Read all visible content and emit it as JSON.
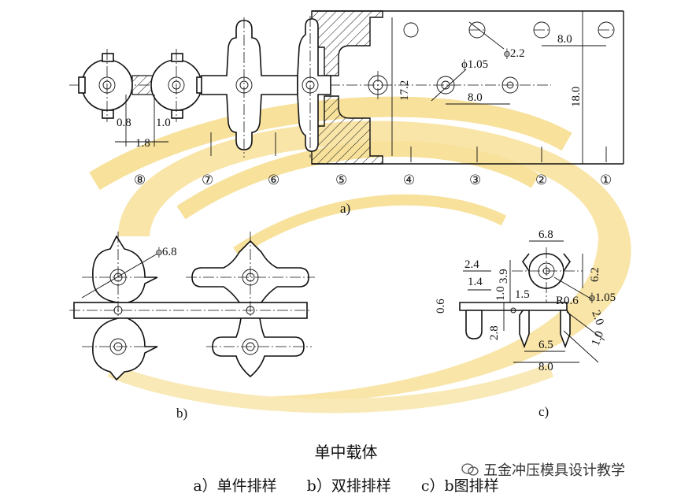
{
  "figure_a": {
    "label": "a)",
    "dimensions": {
      "phi_2_2": "ϕ2.2",
      "phi_1_05": "ϕ1.05",
      "pitch_top": "8.0",
      "pitch_mid": "8.0",
      "height_17_2": "17.2",
      "height_18": "18.0",
      "d_0_8": "0.8",
      "d_1_0": "1.0",
      "d_1_8": "1.8"
    },
    "stations": [
      "⑧",
      "⑦",
      "⑥",
      "⑤",
      "④",
      "③",
      "②",
      "①"
    ]
  },
  "figure_b": {
    "label": "b)",
    "dimensions": {
      "phi_6_8": "ϕ6.8"
    }
  },
  "figure_c": {
    "label": "c)",
    "dimensions": {
      "d_6_8": "6.8",
      "d_6_2": "6.2",
      "d_2_4": "2.4",
      "d_1_4": "1.4",
      "d_3_9": "3.9",
      "d_1_0": "1.0",
      "d_1_5": "1.5",
      "d_0_6": "0.6",
      "r_0_6": "R0.6",
      "phi_1_05": "ϕ1.05",
      "d_2_0": "2.0",
      "d_2_8": "2.8",
      "d_6_5": "6.5",
      "d_8_0": "8.0",
      "d_1_0b": "1.0"
    }
  },
  "caption": {
    "title": "单中载体",
    "subtitle": "a）单件排样　　b）双排排样　　c）b图排样"
  },
  "watermark": {
    "text": "五金冲压模具设计教学"
  },
  "colors": {
    "watermark_logo": "#f5dc86",
    "line": "#111111"
  }
}
